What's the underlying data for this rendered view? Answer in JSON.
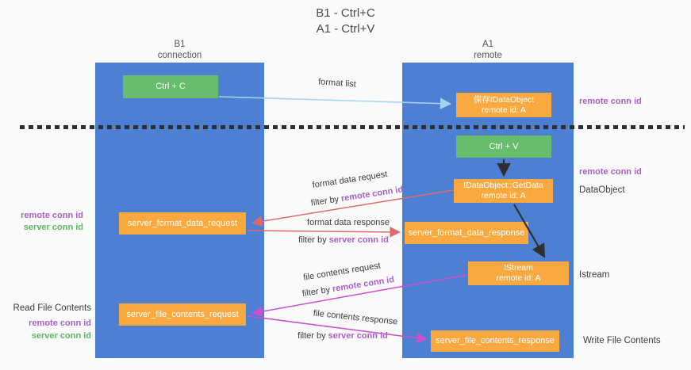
{
  "title": {
    "line1": "B1 - Ctrl+C",
    "line2": "A1 - Ctrl+V"
  },
  "lanes": {
    "left": {
      "title": "B1",
      "subtitle": "connection"
    },
    "right": {
      "title": "A1",
      "subtitle": "remote"
    }
  },
  "nodes": {
    "ctrl_c": {
      "label": "Ctrl + C"
    },
    "ctrl_v": {
      "label": "Ctrl + V"
    },
    "save_idataobject": {
      "line1": "保存IDataObject",
      "line2": "remote id: A"
    },
    "idataobject_getdata": {
      "line1": "IDataObject::GetData",
      "line2": "remote id: A"
    },
    "istream": {
      "line1": "IStream",
      "line2": "remote id: A"
    },
    "server_format_data_request": {
      "label": "server_format_data_request"
    },
    "server_format_data_response": {
      "label": "server_format_data_response"
    },
    "server_file_contents_request": {
      "label": "server_file_contents_request"
    },
    "server_file_contents_response": {
      "label": "server_file_contents_response"
    }
  },
  "arrows": {
    "format_list": {
      "label": "format list"
    },
    "format_data_request": {
      "label": "format data request",
      "filter_prefix": "filter by ",
      "filter_key": "remote conn id"
    },
    "format_data_response": {
      "label": "format data response",
      "filter_prefix": "filter by ",
      "filter_key": "server conn id"
    },
    "file_contents_request": {
      "label": "file contents request",
      "filter_prefix": "filter by ",
      "filter_key": "remote conn id"
    },
    "file_contents_response": {
      "label": "file contents response",
      "filter_prefix": "filter by ",
      "filter_key": "server conn id"
    }
  },
  "side_labels": {
    "right_top_remote_conn_id": "remote conn id",
    "right_mid_remote_conn_id": "remote conn id",
    "right_dataobject": "DataObject",
    "right_istream": "Istream",
    "right_write_file_contents": "Write File Contents",
    "left_mid_remote_conn_id": "remote conn id",
    "left_mid_server_conn_id": "server conn id",
    "left_read_file_contents": "Read File Contents",
    "left_bottom_remote_conn_id": "remote conn id",
    "left_bottom_server_conn_id": "server conn id"
  },
  "colors": {
    "background": "#fafafa",
    "lane_blue": "#4d80d3",
    "node_green": "#68bd6c",
    "node_orange": "#f9a940",
    "arrow_light_blue": "#a5d3f0",
    "arrow_red": "#e06a6a",
    "arrow_magenta": "#ce4fce",
    "arrow_black": "#2f2f2f",
    "label_purple": "#a95fc9",
    "label_green": "#5bb85f"
  }
}
